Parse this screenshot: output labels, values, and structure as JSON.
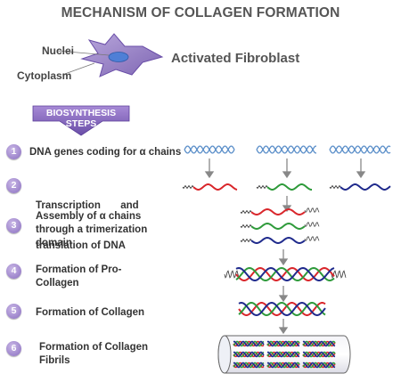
{
  "title": "MECHANISM OF COLLAGEN FORMATION",
  "fibroblast": {
    "label": "Activated Fibroblast",
    "nuclei_label": "Nuclei",
    "cytoplasm_label": "Cytoplasm"
  },
  "banner": {
    "line1": "BIOSYNTHESIS",
    "line2": "STEPS"
  },
  "steps": [
    {
      "num": "1",
      "text1": "DNA genes coding for α chains"
    },
    {
      "num": "2",
      "text1": "Transcription       and",
      "text2": "translation of DNA"
    },
    {
      "num": "3",
      "text1": "Assembly of α chains",
      "text2": "through a trimerization",
      "text3": "domain"
    },
    {
      "num": "4",
      "text1": "Formation of Pro-",
      "text2": "Collagen"
    },
    {
      "num": "5",
      "text1": "Formation of Collagen"
    },
    {
      "num": "6",
      "text1": "Formation of Collagen",
      "text2": "Fibrils"
    }
  ],
  "colors": {
    "red": "#d9262b",
    "green": "#2e9a3a",
    "blue": "#1f2a8c",
    "dna": "#5b8fc9",
    "step": "#8a6fc0"
  }
}
